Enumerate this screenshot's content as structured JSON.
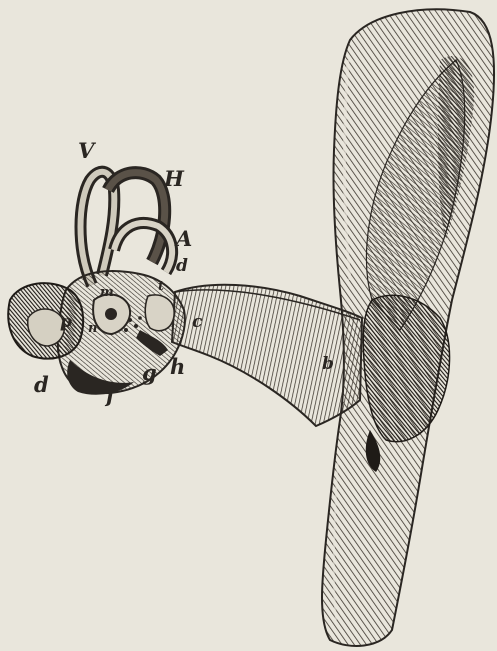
{
  "figure": {
    "labels": {
      "V": "V",
      "H": "H",
      "A": "A",
      "d_upper": "d",
      "t": "t",
      "m": "m",
      "p": "p",
      "n": "n",
      "c": "c",
      "d_lower": "d",
      "f": "f",
      "g": "g",
      "h_small": "h",
      "b": "b"
    },
    "colors": {
      "paper": "#e9e6dc",
      "ink": "#2a2622"
    }
  }
}
